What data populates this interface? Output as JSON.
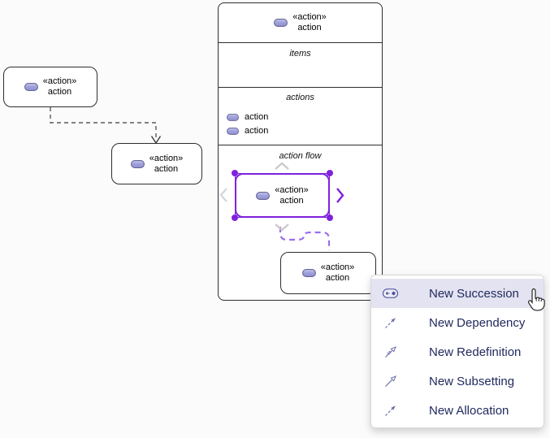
{
  "labels": {
    "action_stereotype": "«action»",
    "action_name": "action"
  },
  "container": {
    "header": {
      "stereotype": "«action»",
      "name": "action"
    },
    "compartments": {
      "items": {
        "label": "items"
      },
      "actions": {
        "label": "actions",
        "rows": [
          "action",
          "action"
        ]
      },
      "action_flow": {
        "label": "action flow"
      }
    }
  },
  "context_menu": {
    "items": [
      {
        "label": "New Succession",
        "icon": "new-succession-icon",
        "highlighted": true
      },
      {
        "label": "New Dependency",
        "icon": "new-dependency-icon",
        "highlighted": false
      },
      {
        "label": "New Redefinition",
        "icon": "new-redefinition-icon",
        "highlighted": false
      },
      {
        "label": "New Subsetting",
        "icon": "new-subsetting-icon",
        "highlighted": false
      },
      {
        "label": "New Allocation",
        "icon": "new-allocation-icon",
        "highlighted": false
      }
    ]
  },
  "colors": {
    "selection_purple": "#7e22dc",
    "connector_purple": "#9a6cf0",
    "connector_gray": "#5a5a5a",
    "action_icon_fill": "#a0a0dc",
    "action_icon_border": "#666699",
    "box_border": "#2e2e2e",
    "menu_text": "#212a5e",
    "menu_highlight": "#e3e3f1",
    "menu_icon": "#6b6fa8",
    "chevron_inactive": "#c9c9c9",
    "canvas_background": "#fbfbfb"
  }
}
